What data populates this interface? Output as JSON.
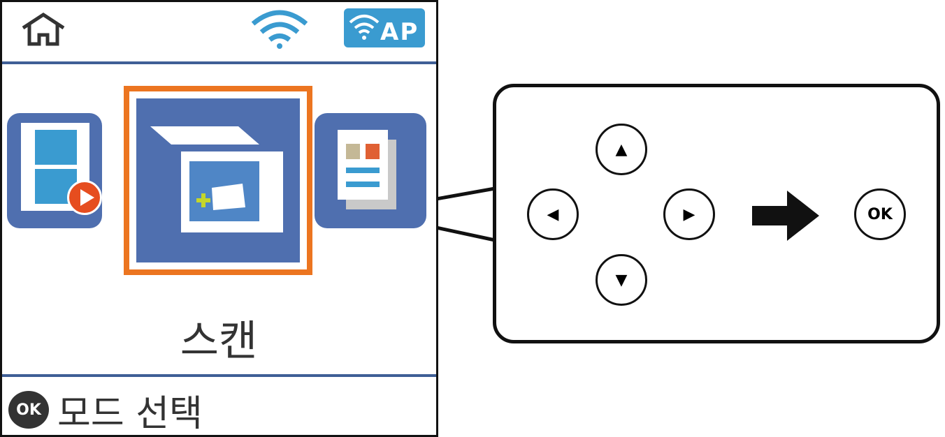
{
  "screen": {
    "mode_title": "스캔",
    "footer_hint": "모드 선택",
    "ok_badge": "OK",
    "ap_label": "AP",
    "colors": {
      "accent_orange": "#ec7520",
      "tile_blue": "#4f6faf",
      "status_blue": "#3a9bd0"
    }
  },
  "callout": {
    "up": "▲",
    "down": "▼",
    "left": "◀",
    "right": "▶",
    "ok": "OK"
  }
}
